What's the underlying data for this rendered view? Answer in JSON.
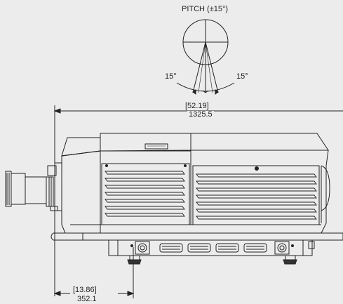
{
  "pitch": {
    "title": "PITCH (±15°)",
    "left_angle": "15°",
    "right_angle": "15°"
  },
  "dimensions": {
    "overall_width_in": "[52.19]",
    "overall_width_mm": "1325.5",
    "lens_offset_in": "[13.86]",
    "lens_offset_mm": "352.1"
  }
}
